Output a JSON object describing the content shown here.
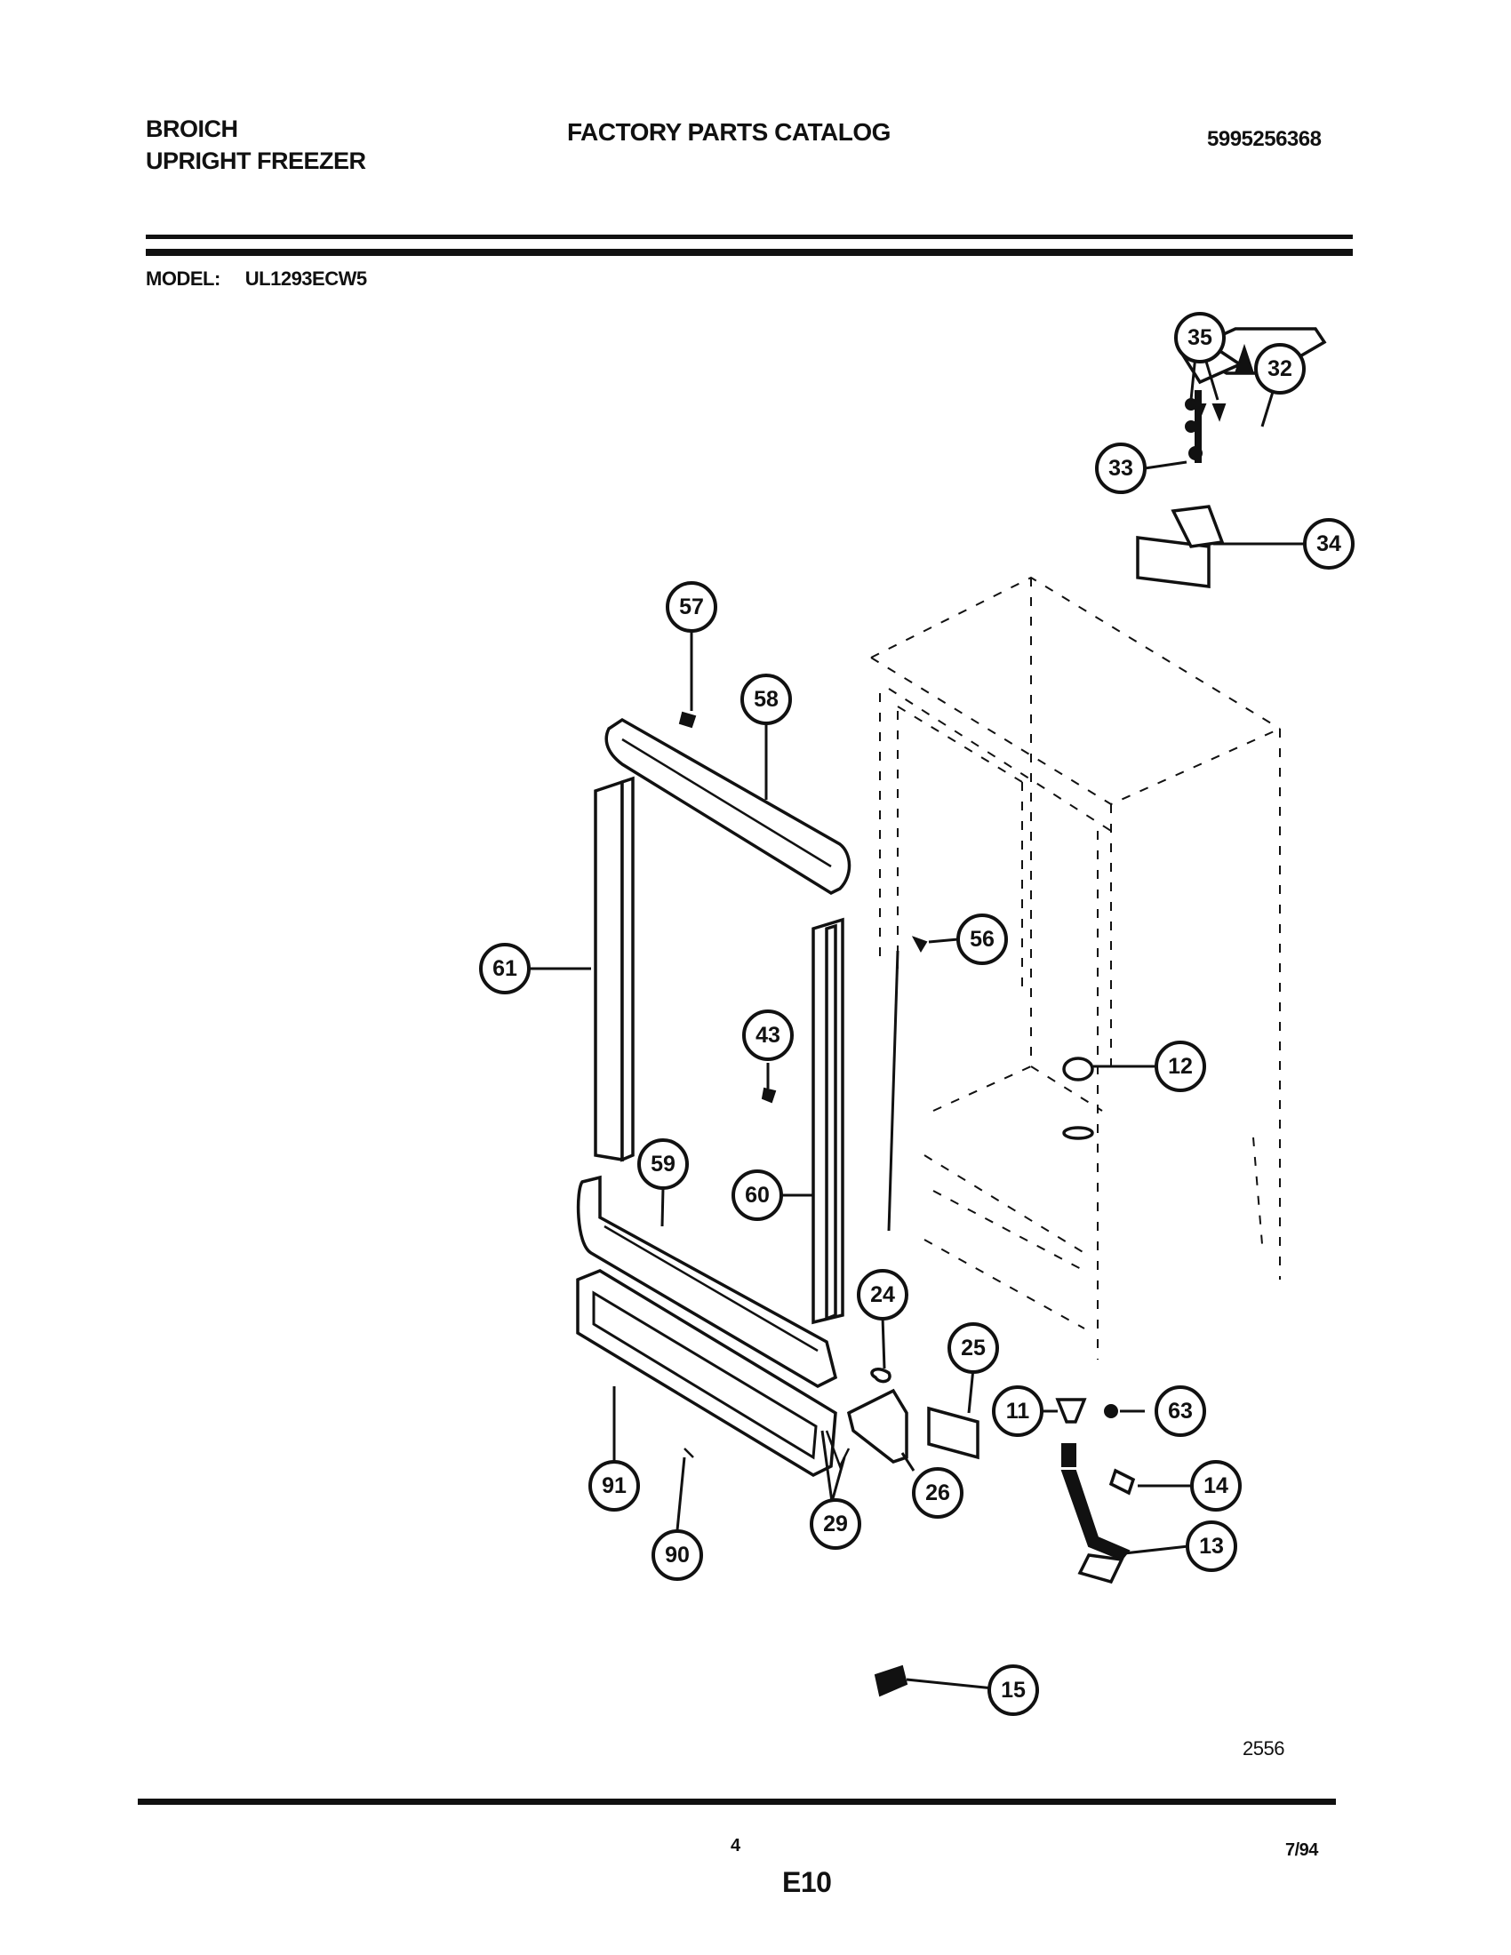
{
  "header": {
    "brand_line1": "BROICH",
    "brand_line2": "UPRIGHT FREEZER",
    "title": "FACTORY PARTS CATALOG",
    "part_number": "5995256368",
    "model_label": "MODEL:",
    "model_value": "UL1293ECW5"
  },
  "diagram": {
    "callouts": [
      "35",
      "32",
      "33",
      "34",
      "57",
      "58",
      "56",
      "61",
      "43",
      "12",
      "59",
      "60",
      "24",
      "25",
      "11",
      "63",
      "14",
      "91",
      "26",
      "29",
      "13",
      "90",
      "15"
    ],
    "diagram_number": "2556"
  },
  "footer": {
    "page_number": "4",
    "date": "7/94",
    "section": "E10"
  }
}
